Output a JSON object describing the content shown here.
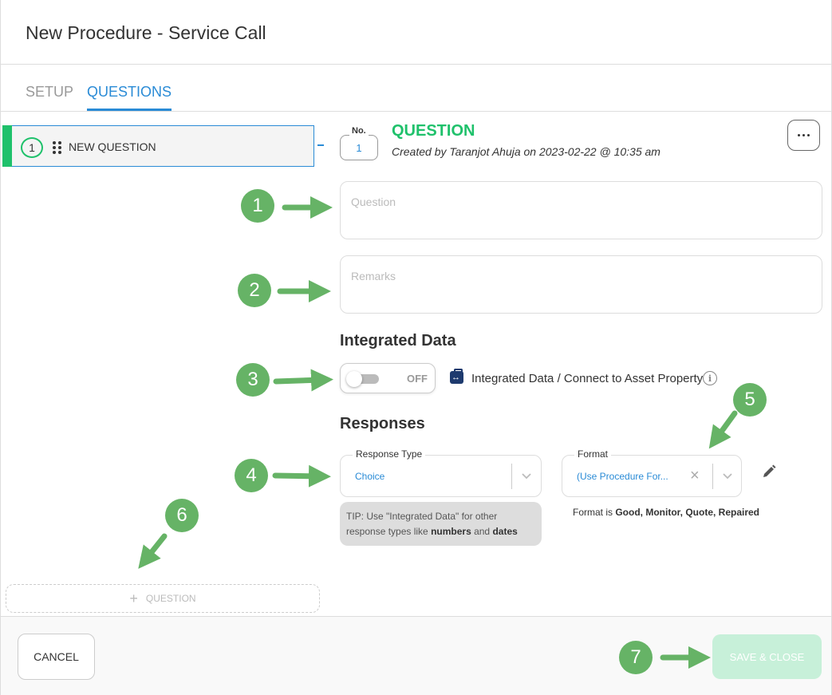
{
  "dialog": {
    "title": "New Procedure - Service Call"
  },
  "tabs": [
    {
      "label": "SETUP",
      "active": false
    },
    {
      "label": "QUESTIONS",
      "active": true
    }
  ],
  "question_list": {
    "items": [
      {
        "number": "1",
        "label": "NEW QUESTION"
      }
    ],
    "add_label": "QUESTION"
  },
  "question": {
    "no_label": "No.",
    "number": "1",
    "title": "QUESTION",
    "created": "Created by Taranjot Ahuja on 2023-02-22 @ 10:35 am",
    "question_placeholder": "Question",
    "remarks_placeholder": "Remarks"
  },
  "integrated": {
    "heading": "Integrated Data",
    "toggle_state": "OFF",
    "label": "Integrated Data / Connect to Asset Property"
  },
  "responses": {
    "heading": "Responses",
    "response_type": {
      "legend": "Response Type",
      "value": "Choice"
    },
    "format": {
      "legend": "Format",
      "value": "(Use Procedure For..."
    },
    "tip_prefix": "TIP: Use \"Integrated Data\" for other response types like ",
    "tip_bold1": "numbers",
    "tip_and": " and ",
    "tip_bold2": "dates",
    "format_note_prefix": "Format is ",
    "format_note_values": "Good, Monitor, Quote, Repaired"
  },
  "footer": {
    "cancel_label": "CANCEL",
    "save_label": "SAVE & CLOSE"
  },
  "annotations": [
    "1",
    "2",
    "3",
    "4",
    "5",
    "6",
    "7"
  ],
  "colors": {
    "accent_blue": "#2a8bd6",
    "accent_green": "#1fc16b",
    "marker_green": "#66b366",
    "save_disabled": "#c7f0d9"
  }
}
